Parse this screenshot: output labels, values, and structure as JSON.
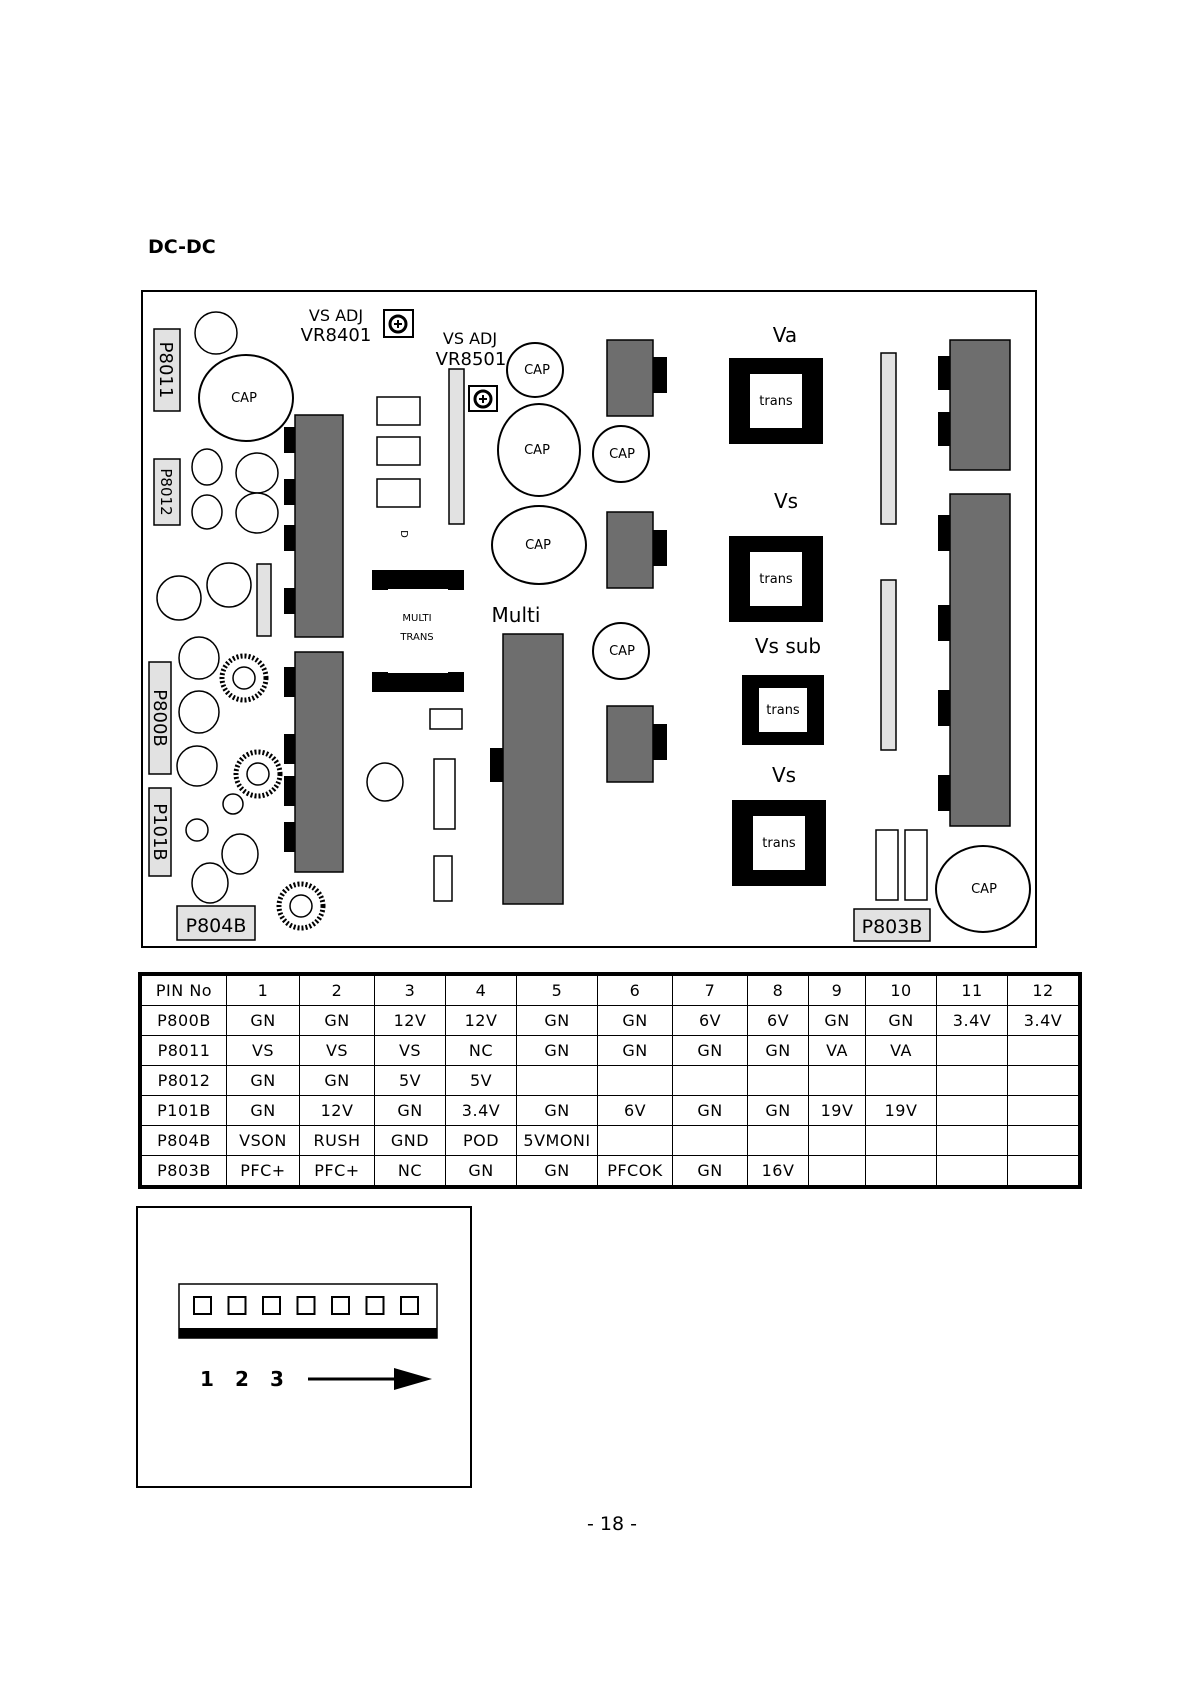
{
  "section_title": "DC-DC",
  "board": {
    "connectors": [
      "P8011",
      "P8012",
      "P800B",
      "P101B",
      "P804B",
      "P803B"
    ],
    "vr_labels": [
      {
        "top": "VS ADJ",
        "bottom": "VR8401"
      },
      {
        "top": "VS ADJ",
        "bottom": "VR8501"
      }
    ],
    "cap_label": "CAP",
    "multi_label": "Multi",
    "multi_trans": [
      "MULTI",
      "TRANS"
    ],
    "trans_label": "trans",
    "rail_labels": [
      "Va",
      "Vs",
      "Vs sub",
      "Vs"
    ],
    "small_mark": "D"
  },
  "pin_table": {
    "header": [
      "PIN No",
      "1",
      "2",
      "3",
      "4",
      "5",
      "6",
      "7",
      "8",
      "9",
      "10",
      "11",
      "12"
    ],
    "rows": [
      [
        "P800B",
        "GN",
        "GN",
        "12V",
        "12V",
        "GN",
        "GN",
        "6V",
        "6V",
        "GN",
        "GN",
        "3.4V",
        "3.4V"
      ],
      [
        "P8011",
        "VS",
        "VS",
        "VS",
        "NC",
        "GN",
        "GN",
        "GN",
        "GN",
        "VA",
        "VA",
        "",
        ""
      ],
      [
        "P8012",
        "GN",
        "GN",
        "5V",
        "5V",
        "",
        "",
        "",
        "",
        "",
        "",
        "",
        ""
      ],
      [
        "P101B",
        "GN",
        "12V",
        "GN",
        "3.4V",
        "GN",
        "6V",
        "GN",
        "GN",
        "19V",
        "19V",
        "",
        ""
      ],
      [
        "P804B",
        "VSON",
        "RUSH",
        "GND",
        "POD",
        "5VMONI",
        "",
        "",
        "",
        "",
        "",
        "",
        ""
      ],
      [
        "P803B",
        "PFC+",
        "PFC+",
        "NC",
        "GN",
        "GN",
        "PFCOK",
        "GN",
        "16V",
        "",
        "",
        "",
        ""
      ]
    ]
  },
  "connector_diagram": {
    "pin_numbers": [
      "1",
      "2",
      "3"
    ],
    "pin_count": 7
  },
  "page_number": "- 18 -",
  "colors": {
    "component_fill": "#6e6e6e",
    "connector_fill": "#e2e2e2",
    "ink": "#000000"
  }
}
